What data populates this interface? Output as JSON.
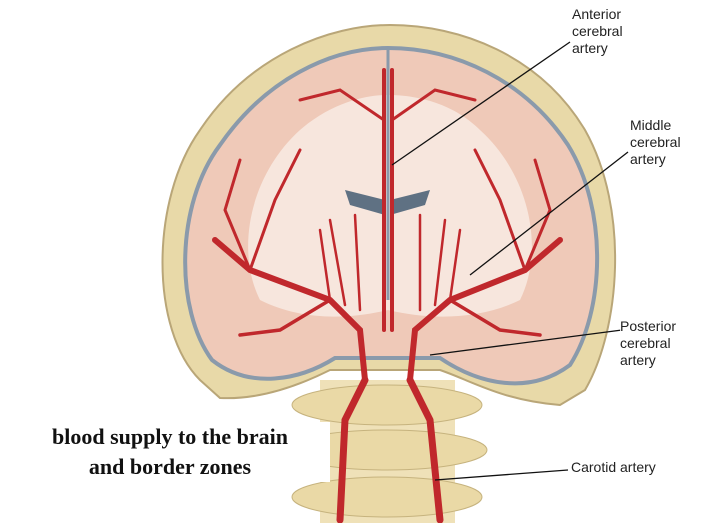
{
  "labels": {
    "anterior": "Anterior\ncerebral\nartery",
    "middle": "Middle\ncerebral\nartery",
    "posterior": "Posterior\ncerebral\nartery",
    "carotid": "Carotid artery"
  },
  "caption": {
    "line1": "blood supply to the brain",
    "line2": "and border zones"
  },
  "colors": {
    "artery": "#c0282c",
    "brain": "#efc9b8",
    "white_matter": "#f7e6dd",
    "skull": "#e8d9a8",
    "ventricle": "#5f7183"
  }
}
